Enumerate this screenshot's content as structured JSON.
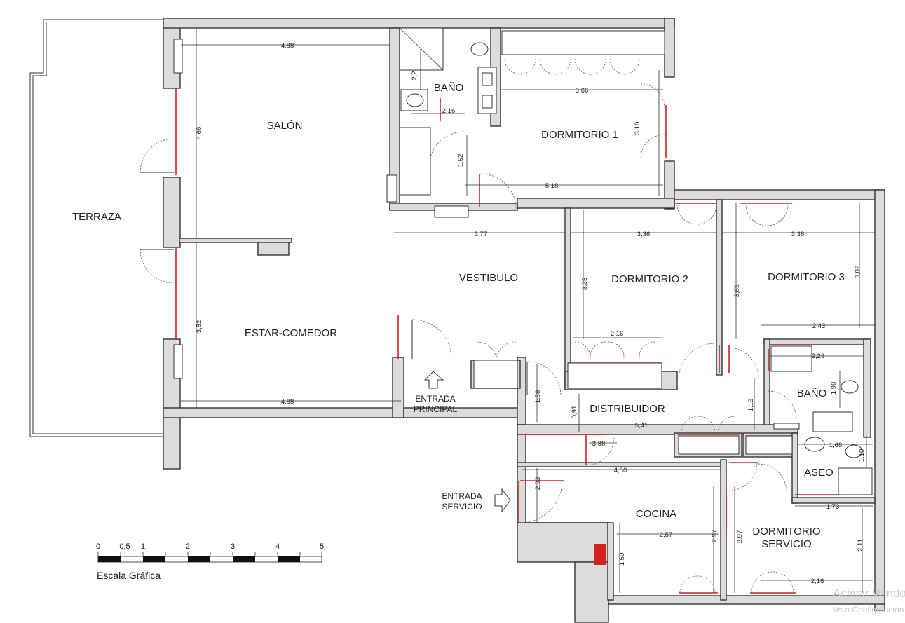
{
  "rooms": {
    "terraza": "TERRAZA",
    "salon": "SALÓN",
    "estar_comedor": "ESTAR-COMEDOR",
    "bano1": "BAÑO",
    "dormitorio1": "DORMITORIO 1",
    "vestibulo": "VESTIBULO",
    "dormitorio2": "DORMITORIO 2",
    "dormitorio3": "DORMITORIO 3",
    "bano2": "BAÑO",
    "distribuidor": "DISTRIBUIDOR",
    "aseo": "ASEO",
    "cocina": "COCINA",
    "dormitorio_servicio_l1": "DORMITORIO",
    "dormitorio_servicio_l2": "SERVICIO"
  },
  "entrances": {
    "principal_l1": "ENTRADA",
    "principal_l2": "PRINCIPAL",
    "servicio_l1": "ENTRADA",
    "servicio_l2": "SERVICIO"
  },
  "dimensions": {
    "salon_width": "4,88",
    "salon_depth": "4,66",
    "comedor_depth": "3,82",
    "comedor_width": "4,88",
    "bano1_depth": "2,2",
    "bano1_width": "2,16",
    "closet_depth": "1,52",
    "dorm1_width": "3,66",
    "dorm1_depth": "3,10",
    "dorm1_length": "5,18",
    "vestibulo_width": "3,77",
    "dorm2_width": "3,36",
    "dorm2_depth": "3,35",
    "dorm2_closet": "2,16",
    "dorm3_width": "3,38",
    "dorm3_depth_left": "3,89",
    "dorm3_depth_right": "3,02",
    "dorm3_closet": "2,43",
    "bano2_width": "2,23",
    "bano2_depth": "1,98",
    "distrib_depth_left": "0,91",
    "distrib_width": "5,41",
    "distrib_depth_right": "1,13",
    "hall_depth": "1,58",
    "passage_width": "3,38",
    "aseo_width": "1,68",
    "aseo_depth": "1,10",
    "cocina_width": "4,50",
    "cocina_entry": "2,03",
    "cocina_depth": "2,97",
    "cocina_inner": "2,57",
    "cocina_pantry": "1,50",
    "serv_depth_left": "2,97",
    "serv_width": "1,73",
    "serv_depth_right": "2,11",
    "serv_closet": "2,18"
  },
  "scale": {
    "ticks": [
      "0",
      "0,5",
      "1",
      "2",
      "3",
      "4",
      "5"
    ],
    "label": "Escala Gráfica"
  },
  "watermark": {
    "line1": "Activar Windows",
    "line2": "Ve a Configuración"
  },
  "colors": {
    "wall_fill": "#dcdcdc",
    "line": "#333333",
    "accent_red": "#d42020"
  }
}
